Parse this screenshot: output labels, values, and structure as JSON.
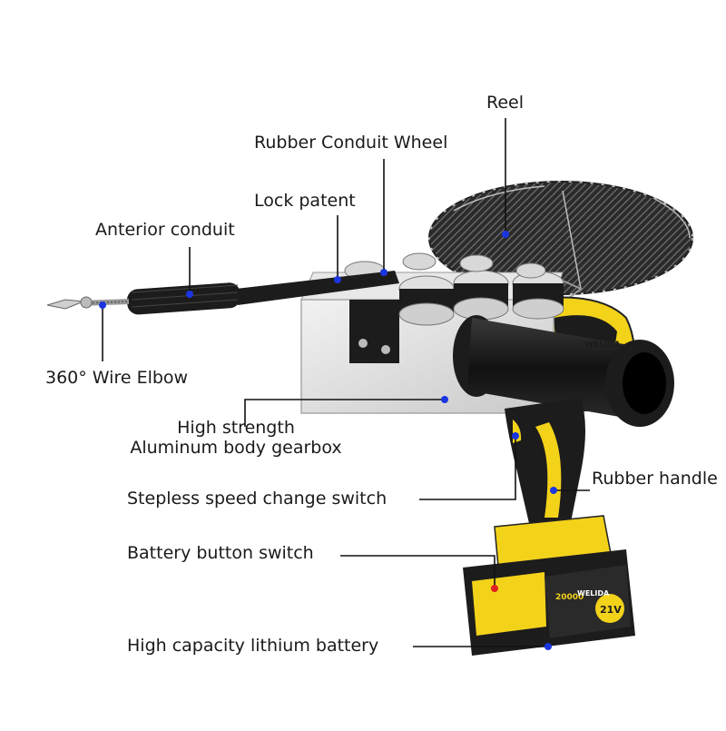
{
  "labels": {
    "reel": "Reel",
    "rubber_conduit_wheel": "Rubber Conduit Wheel",
    "lock_patent": "Lock patent",
    "anterior_conduit": "Anterior conduit",
    "wire_elbow": "360° Wire Elbow",
    "gearbox_line1": "High strength",
    "gearbox_line2": "Aluminum body gearbox",
    "rubber_handle": "Rubber handle",
    "speed_switch": "Stepless speed change switch",
    "battery_button": "Battery button switch",
    "lithium_battery": "High capacity lithium battery"
  },
  "product_marks": {
    "brand": "WELIDA",
    "voltage": "21V",
    "capacity": "20000"
  },
  "colors": {
    "marker_dot": "#1b35e0",
    "battery_button_dot": "#e02020",
    "tool_yellow": "#f3d21a",
    "tool_black": "#1c1c1c",
    "gearbox_silver": "#dcdcdc",
    "leader_line": "#111111"
  }
}
